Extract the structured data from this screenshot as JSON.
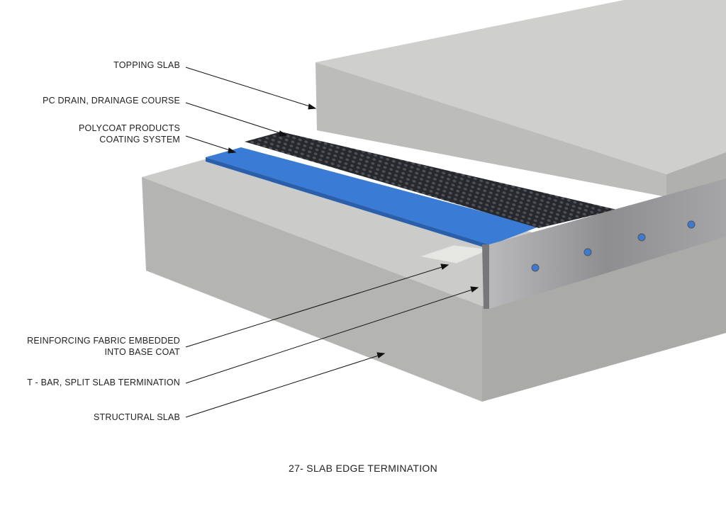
{
  "labels": {
    "topping_slab": "TOPPING SLAB",
    "pc_drain": "PC DRAIN, DRAINAGE COURSE",
    "polycoat_line1": "POLYCOAT PRODUCTS",
    "polycoat_line2": "COATING SYSTEM",
    "fabric_line1": "REINFORCING FABRIC EMBEDDED",
    "fabric_line2": "INTO BASE COAT",
    "tbar": "T - BAR, SPLIT SLAB TERMINATION",
    "structural_slab": "STRUCTURAL SLAB"
  },
  "title": "27- SLAB EDGE TERMINATION",
  "colors": {
    "concrete_top": "#c9c9c7",
    "concrete_front": "#b3b3b1",
    "concrete_side": "#a9a9a7",
    "coating_blue": "#3a7bd5",
    "drain_mesh": "#2a2c30",
    "steel": "#9a9a9c"
  }
}
